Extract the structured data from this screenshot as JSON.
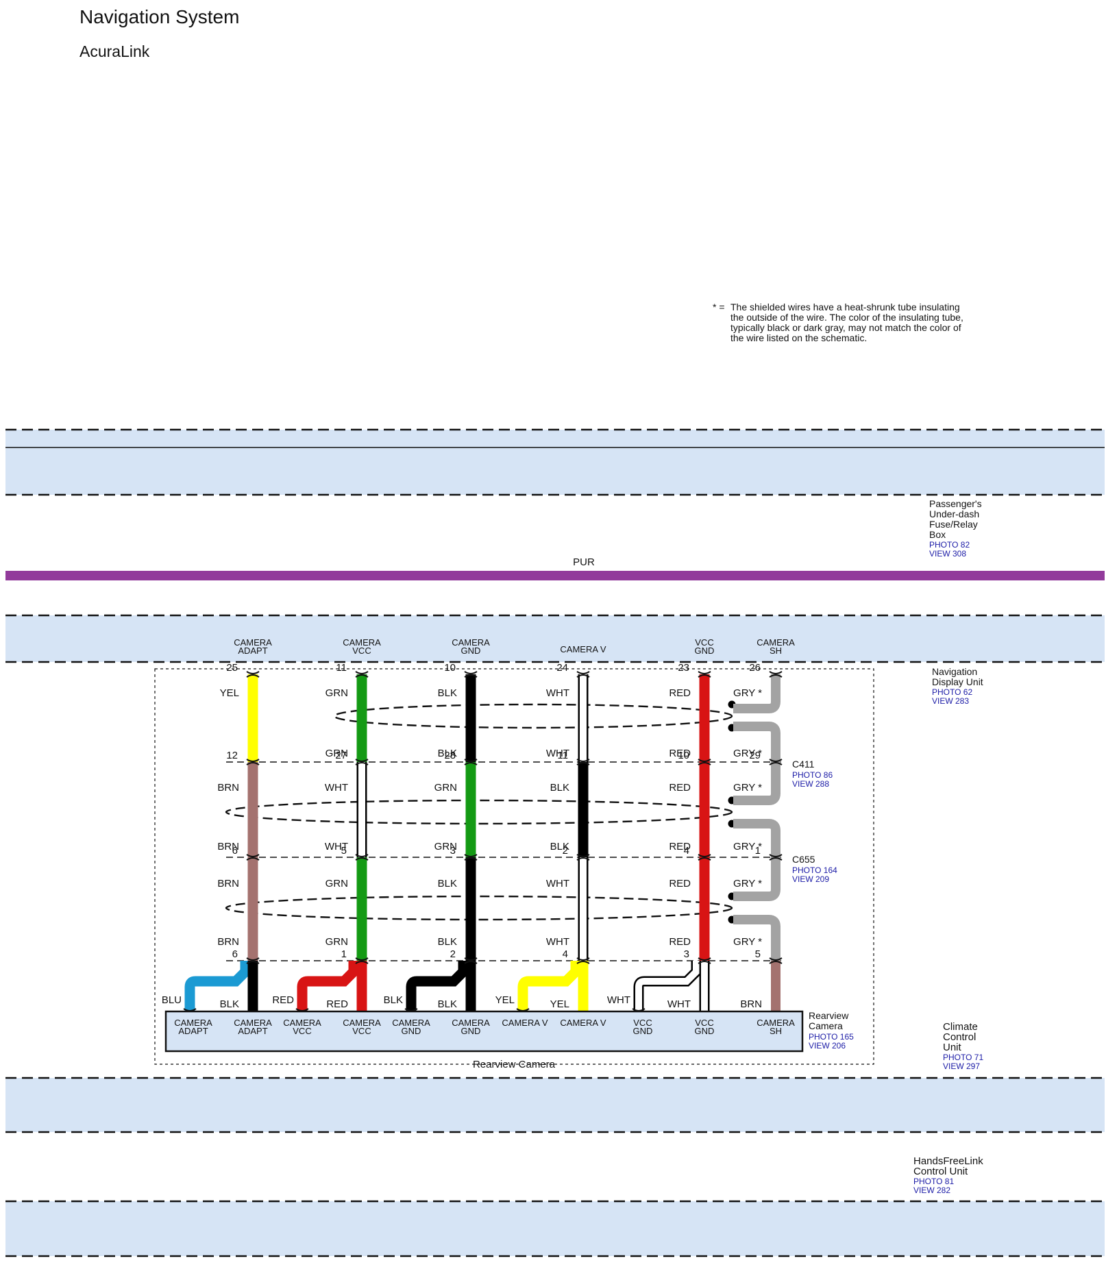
{
  "header": {
    "title": "Navigation System",
    "subtitle": "AcuraLink"
  },
  "note": {
    "marker": "* =",
    "lines": [
      "The shielded wires have a heat-shrunk tube insulating",
      "the outside of the wire. The color of the insulating tube,",
      "typically black or dark gray, may not match the color of",
      "the wire listed on the schematic."
    ]
  },
  "colors": {
    "band": "#d6e4f5",
    "PUR": "#923b9b",
    "YEL": "#ffff00",
    "GRN": "#149a14",
    "BLK": "#000000",
    "WHT": "#ffffff",
    "RED": "#d81414",
    "GRY": "#a3a3a3",
    "BRN": "#a4726f",
    "BLU": "#1b9ad3"
  },
  "components": {
    "fuse_box": {
      "lines": [
        "Passenger's",
        "Under-dash",
        "Fuse/Relay",
        "Box"
      ],
      "photo": "PHOTO 82",
      "view": "VIEW 308"
    },
    "pur_wire": {
      "label": "PUR"
    },
    "nav_unit": {
      "lines": [
        "Navigation",
        "Display Unit"
      ],
      "photo": "PHOTO 62",
      "view": "VIEW 283"
    },
    "c411": {
      "name": "C411",
      "photo": "PHOTO 86",
      "view": "VIEW 288"
    },
    "c655": {
      "name": "C655",
      "photo": "PHOTO 164",
      "view": "VIEW 209"
    },
    "rearview_camera": {
      "lines": [
        "Rearview",
        "Camera"
      ],
      "photo": "PHOTO 165",
      "view": "VIEW 206",
      "box_label": "Rearview Camera"
    },
    "climate_unit": {
      "lines": [
        "Climate",
        "Control",
        "Unit"
      ],
      "photo": "PHOTO 71",
      "view": "VIEW 297"
    },
    "hfl_unit": {
      "lines": [
        "HandsFreeLink",
        "Control Unit"
      ],
      "photo": "PHOTO 81",
      "view": "VIEW 282"
    }
  },
  "nav_terminals": [
    {
      "name": [
        "CAMERA",
        "ADAPT"
      ]
    },
    {
      "name": [
        "CAMERA",
        "VCC"
      ]
    },
    {
      "name": [
        "CAMERA",
        "GND"
      ]
    },
    {
      "name": [
        "CAMERA V"
      ]
    },
    {
      "name": [
        "VCC",
        "GND"
      ]
    },
    {
      "name": [
        "CAMERA",
        "SH"
      ]
    }
  ],
  "circuits": [
    {
      "pins": [
        "25",
        "12",
        "6",
        "6"
      ],
      "colors": [
        "YEL",
        "BRN",
        "BRN",
        "BLK"
      ],
      "labels": {
        "a1": "YEL",
        "b1": "BRN",
        "b2": "BRN",
        "c1": "BRN",
        "c2": "BRN",
        "d1": "BLK"
      }
    },
    {
      "pins": [
        "11",
        "27",
        "5",
        "1"
      ],
      "colors": [
        "GRN",
        "WHT",
        "GRN",
        "RED"
      ],
      "labels": {
        "a1": "GRN",
        "a2": "GRN",
        "b1": "WHT",
        "b2": "WHT",
        "c1": "GRN",
        "c2": "GRN",
        "d1": "RED"
      }
    },
    {
      "pins": [
        "10",
        "28",
        "3",
        "2"
      ],
      "colors": [
        "BLK",
        "GRN",
        "BLK",
        "BLK"
      ],
      "labels": {
        "a1": "BLK",
        "a2": "BLK",
        "b1": "GRN",
        "b2": "GRN",
        "c1": "BLK",
        "c2": "BLK",
        "d1": "BLK"
      }
    },
    {
      "pins": [
        "24",
        "11",
        "2",
        "4"
      ],
      "colors": [
        "WHT",
        "BLK",
        "WHT",
        "YEL"
      ],
      "labels": {
        "a1": "WHT",
        "a2": "WHT",
        "b1": "BLK",
        "b2": "BLK",
        "c1": "WHT",
        "c2": "WHT",
        "d1": "YEL"
      }
    },
    {
      "pins": [
        "23",
        "10",
        "4",
        "3"
      ],
      "colors": [
        "RED",
        "RED",
        "RED",
        "WHT"
      ],
      "labels": {
        "a1": "RED",
        "a2": "RED",
        "b1": "RED",
        "b2": "RED",
        "c1": "RED",
        "c2": "RED",
        "d1": "WHT"
      }
    },
    {
      "pins": [
        "26",
        "29",
        "1",
        "5"
      ],
      "colors": [
        "GRY",
        "GRY",
        "GRY",
        "BRN"
      ],
      "labels": {
        "a1": "GRY *",
        "a2": "GRY *",
        "b1": "GRY *",
        "b2": "GRY *",
        "c1": "GRY *",
        "c2": "GRY *",
        "d1": "BRN"
      }
    }
  ],
  "camera_branches": [
    {
      "color": "BLU",
      "label": "BLU"
    },
    {
      "color": "RED",
      "label": "RED"
    },
    {
      "color": "BLK",
      "label": "BLK"
    },
    {
      "color": "YEL",
      "label": "YEL"
    },
    {
      "color": "WHT",
      "label": "WHT"
    }
  ],
  "camera_pins": [
    [
      "CAMERA",
      "ADAPT"
    ],
    [
      "CAMERA",
      "ADAPT"
    ],
    [
      "CAMERA",
      "VCC"
    ],
    [
      "CAMERA",
      "VCC"
    ],
    [
      "CAMERA",
      "GND"
    ],
    [
      "CAMERA",
      "GND"
    ],
    [
      "CAMERA V"
    ],
    [
      "CAMERA V"
    ],
    [
      "VCC",
      "GND"
    ],
    [
      "VCC",
      "GND"
    ],
    [
      "CAMERA",
      "SH"
    ]
  ]
}
